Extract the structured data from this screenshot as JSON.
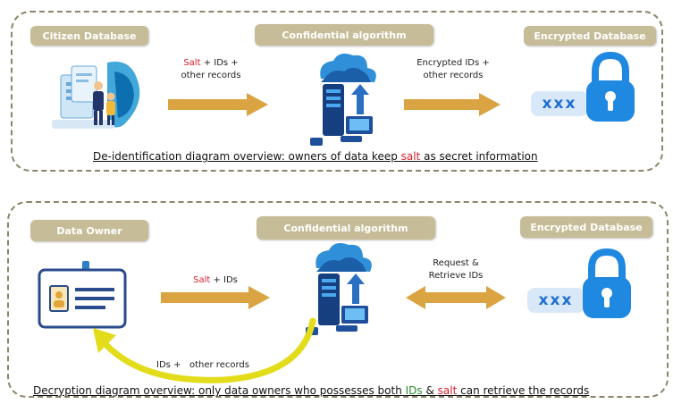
{
  "top": {
    "source_label": "Citizen Database",
    "algo_label": "Confidential algorithm",
    "target_label": "Encrypted Database",
    "arrow1_red": "Salt",
    "arrow1_rest": " + IDs +",
    "arrow1_line2": "other records",
    "arrow2_line1": "Encrypted IDs +",
    "arrow2_line2": "other records",
    "password_mask": "xxx",
    "caption_pre": "De-identification diagram overview: owners of data keep ",
    "caption_salt": "salt",
    "caption_post": " as secret information"
  },
  "bottom": {
    "source_label": "Data Owner",
    "algo_label": "Confidential algorithm",
    "target_label": "Encrypted Database",
    "arrow1_red": "Salt",
    "arrow1_rest": " + IDs",
    "arrow2_line1": "Request &",
    "arrow2_line2": "Retrieve IDs",
    "return_label": "IDs +   other records",
    "password_mask": "xxx",
    "caption_pre": "Decryption diagram overview: only data owners who possesses both ",
    "caption_ids": "IDs",
    "caption_amp": " & ",
    "caption_salt": "salt",
    "caption_post": " can retrieve the records"
  },
  "colors": {
    "tag_fill": "#c6bd98",
    "arrow_fill": "#d9a441",
    "lock_blue": "#1f88e0",
    "return_arrow": "#e3dc1a",
    "highlight_red": "#d81e2a",
    "highlight_green": "#2a8c2a"
  },
  "icons": [
    "people-database-icon",
    "cloud-server-icon",
    "lock-icon",
    "id-card-icon"
  ]
}
